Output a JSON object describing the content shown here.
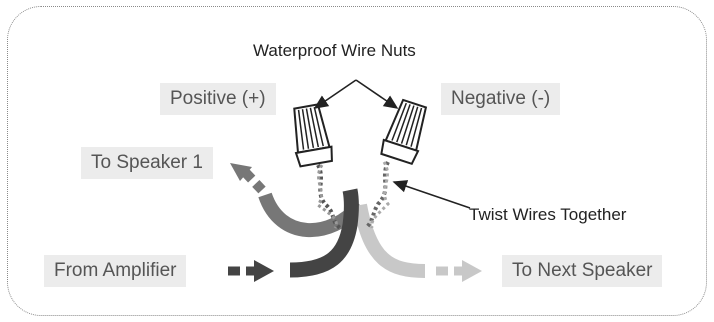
{
  "labels": {
    "top_title": "Waterproof Wire Nuts",
    "positive": "Positive  (+)",
    "negative": "Negative  (-)",
    "to_speaker_1": "To Speaker 1",
    "twist": "Twist Wires Together",
    "from_amplifier": "From Amplifier",
    "to_next_speaker": "To Next Speaker"
  },
  "colors": {
    "chip_bg": "#ececec",
    "chip_text": "#555555",
    "wire_dark": "#444444",
    "wire_mid": "#777777",
    "wire_light": "#c8c8c8",
    "frame": "#8a8a8a"
  },
  "icons": [
    "wire-nut-icon",
    "arrow-icon"
  ]
}
